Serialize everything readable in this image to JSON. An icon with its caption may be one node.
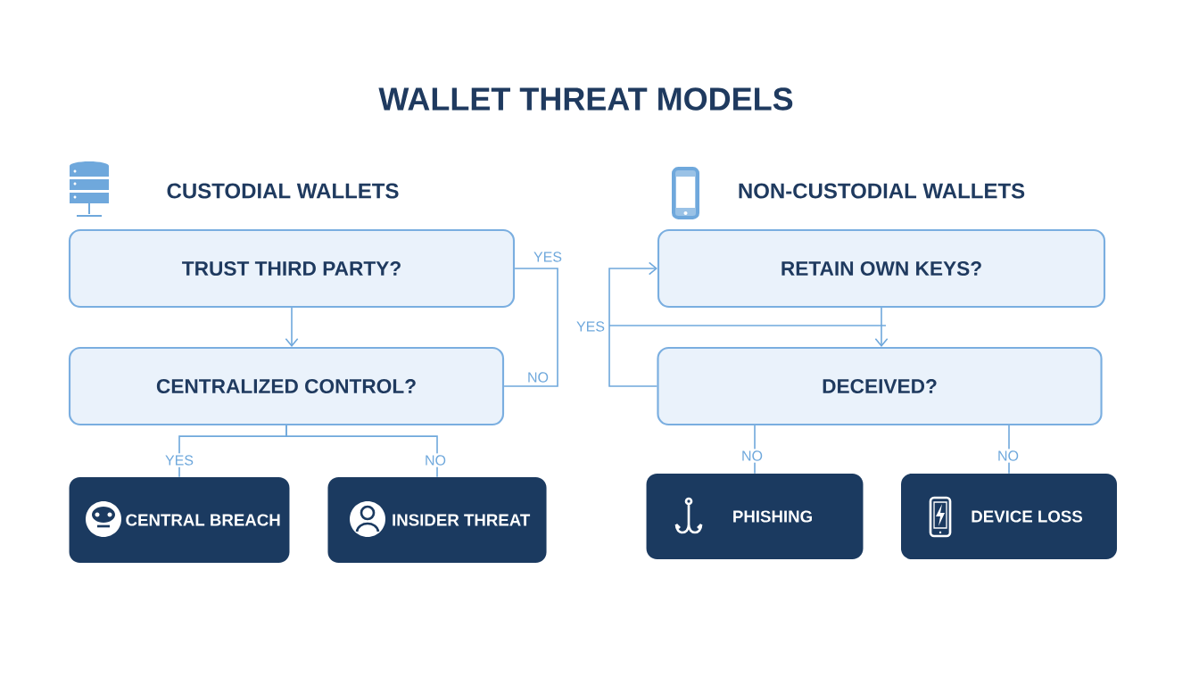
{
  "diagram": {
    "title": "WALLET THREAT MODELS",
    "nodes": [
      {
        "text": [
          "TRUST THIRD PARTY?"
        ]
      },
      {
        "text": [
          "CENTRALIZED CONTROL?"
        ]
      },
      {
        "text": [
          "RETAIN OWN KEYS?"
        ]
      },
      {
        "text": [
          "DECEIVED?"
        ]
      },
      {
        "text": [
          "CENTRAL BREACH"
        ]
      },
      {
        "text": [
          "INSIDER THREAT"
        ]
      },
      {
        "text": [
          "PHISHING"
        ]
      },
      {
        "text": [
          "DEVICE LOSS"
        ]
      }
    ],
    "edges": [
      {
        "from": 0,
        "to": 1,
        "arrow": "to"
      },
      {
        "from": 0,
        "to": 1,
        "arrow": "none",
        "label": "YES"
      },
      {
        "from": 2,
        "to": 3,
        "arrow": "to"
      },
      {
        "from": 3,
        "to": 2,
        "arrow": "to",
        "label": "YES"
      },
      {
        "from": 1,
        "to": 4,
        "arrow": "none",
        "label": "YES"
      },
      {
        "from": 1,
        "to": 5,
        "arrow": "none",
        "label": "NO"
      },
      {
        "from": 3,
        "to": 6,
        "arrow": "none",
        "label": "NO"
      },
      {
        "from": 3,
        "to": 7,
        "arrow": "none",
        "label": "NO"
      }
    ],
    "labels": [
      "CUSTODIAL WALLETS",
      "NON-CUSTODIAL WALLETS",
      "NO"
    ]
  }
}
